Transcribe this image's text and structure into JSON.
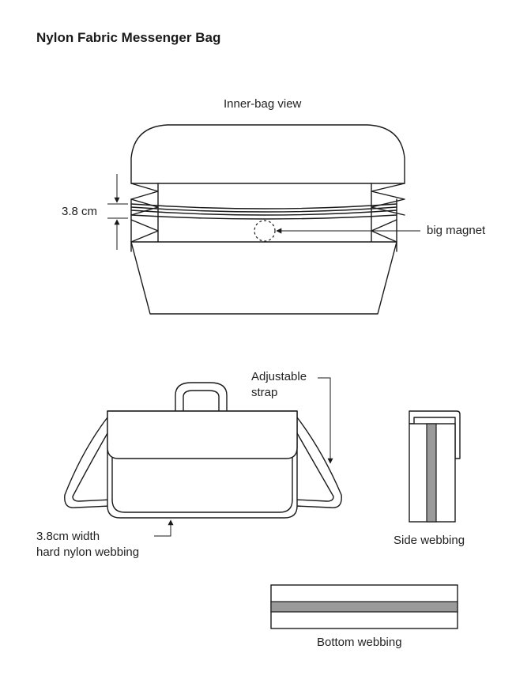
{
  "title": "Nylon Fabric Messenger Bag",
  "inner_bag": {
    "view_label": "Inner-bag view",
    "dimension_label": "3.8 cm",
    "magnet_label": "big magnet"
  },
  "front": {
    "strap_label_line1": "Adjustable",
    "strap_label_line2": "strap",
    "webbing_label_line1": "3.8cm width",
    "webbing_label_line2": "hard nylon webbing"
  },
  "side": {
    "label": "Side webbing"
  },
  "bottom": {
    "label": "Bottom webbing"
  },
  "colors": {
    "line": "#1a1a1a",
    "webbing_grey": "#9a9a9a"
  }
}
